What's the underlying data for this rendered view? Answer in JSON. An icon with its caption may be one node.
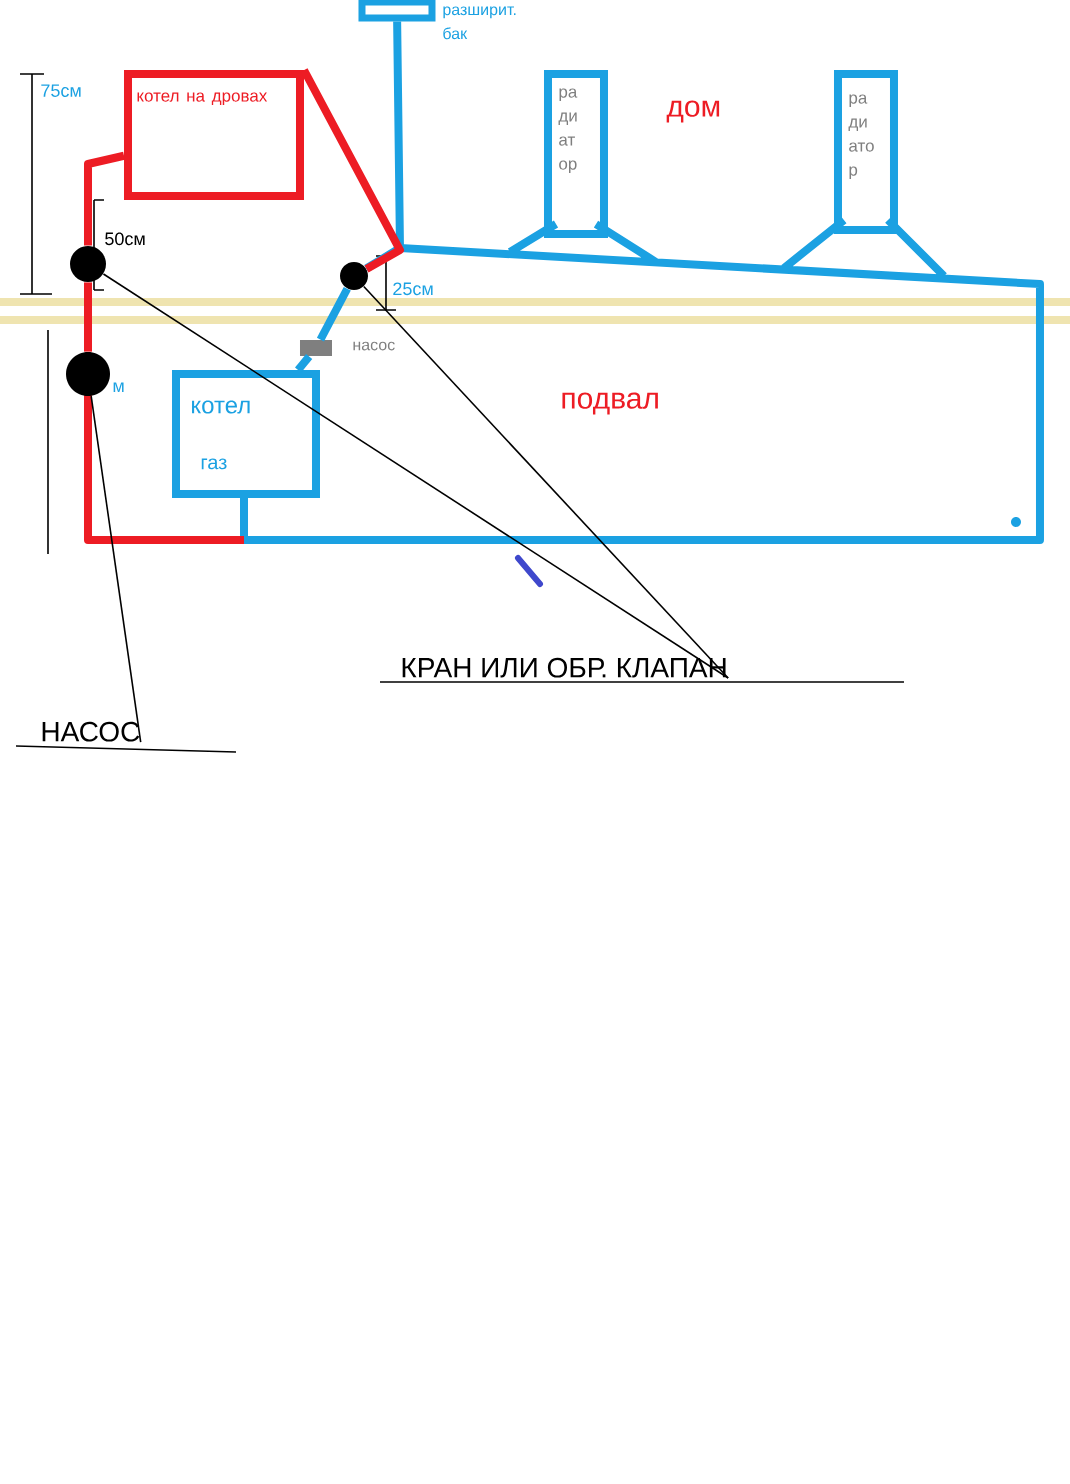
{
  "diagram": {
    "nodes": [
      {
        "text": [],
        "shape": "box",
        "beside": [
          "разширит. бак"
        ]
      },
      {
        "text": [
          "котел на дровах"
        ]
      },
      {
        "text": [
          "ра ди ат ор"
        ]
      },
      {
        "text": [
          "ра ди ато р"
        ]
      },
      {
        "text": [
          "котел",
          "газ"
        ]
      },
      {
        "text": [],
        "shape": "circle"
      },
      {
        "text": [],
        "shape": "circle"
      },
      {
        "text": [],
        "shape": "circle"
      },
      {
        "text": [],
        "shape": "box",
        "beside": [
          "насос"
        ]
      },
      {
        "text": [
          "НАСОС"
        ]
      },
      {
        "text": [
          "КРАН ИЛИ ОБР. КЛАПАН"
        ]
      }
    ],
    "edges": [
      {
        "from": 1,
        "to": 5,
        "arrow": "none",
        "color": "#ed1c24"
      },
      {
        "from": 5,
        "to": 6,
        "arrow": "none",
        "color": "#ed1c24"
      },
      {
        "from": 7,
        "to": 8,
        "arrow": "none",
        "color": "#1ba1e2"
      },
      {
        "from": 8,
        "to": 4,
        "arrow": "none",
        "color": "#1ba1e2"
      },
      {
        "from": 9,
        "to": 6,
        "arrow": "none",
        "color": "#000000"
      },
      {
        "from": 10,
        "to": 5,
        "arrow": "none",
        "color": "#000000"
      },
      {
        "from": 10,
        "to": 7,
        "arrow": "none",
        "color": "#000000"
      },
      {
        "from": 0,
        "to": 7,
        "arrow": "none",
        "color": "#1ba1e2"
      },
      {
        "from": 1,
        "to": 7,
        "arrow": "none",
        "color": "#ed1c24"
      }
    ],
    "labels": [
      "75см",
      "50см",
      "25см",
      "м",
      "дом",
      "подвал"
    ]
  }
}
